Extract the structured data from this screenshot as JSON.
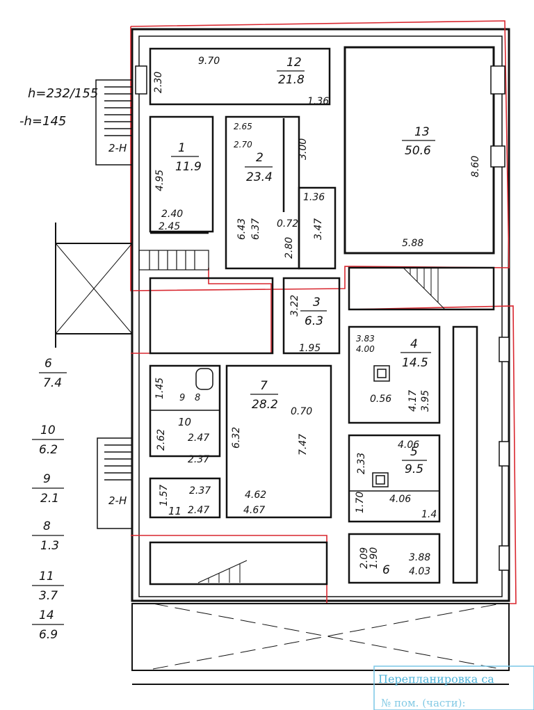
{
  "heights": {
    "h1": "h=232/155",
    "h2": "-h=145",
    "stair_label_top": "2-H",
    "stair_label_bottom": "2-H"
  },
  "rooms": [
    {
      "id": "1",
      "area": "11.9"
    },
    {
      "id": "2",
      "area": "23.4"
    },
    {
      "id": "3",
      "area": "6.3"
    },
    {
      "id": "4",
      "area": "14.5"
    },
    {
      "id": "5",
      "area": "9.5"
    },
    {
      "id": "6",
      "area": ""
    },
    {
      "id": "7",
      "area": "28.2"
    },
    {
      "id": "9",
      "area": ""
    },
    {
      "id": "8",
      "area": ""
    },
    {
      "id": "10",
      "area": ""
    },
    {
      "id": "11",
      "area": ""
    },
    {
      "id": "12",
      "area": "21.8"
    },
    {
      "id": "13",
      "area": "50.6"
    }
  ],
  "dimensions": [
    "9.70",
    "2.30",
    "1.36",
    "3.00",
    "8.60",
    "5.88",
    "2.65",
    "2.70",
    "4.95",
    "2.40",
    "2.45",
    "1.36",
    "6.43",
    "6.37",
    "0.72",
    "2.80",
    "3.47",
    "3.22",
    "1.95",
    "3.83",
    "4.00",
    "0.56",
    "4.17",
    "3.95",
    "1.45",
    "6.32",
    "0.70",
    "7.47",
    "2.47",
    "2.37",
    "2.62",
    "4.06",
    "2.33",
    "1.70",
    "4.06",
    "1.4",
    "2.37",
    "1.57",
    "2.47",
    "4.62",
    "4.67",
    "2.09",
    "1.90",
    "3.88",
    "4.03"
  ],
  "legend": [
    {
      "num": "6",
      "area": "7.4"
    },
    {
      "num": "10",
      "area": "6.2"
    },
    {
      "num": "9",
      "area": "2.1"
    },
    {
      "num": "8",
      "area": "1.3"
    },
    {
      "num": "11",
      "area": "3.7"
    },
    {
      "num": "14",
      "area": "6.9"
    }
  ],
  "stamp": {
    "line1": "Перепланировка са",
    "line2": "№ пом. (части):"
  }
}
